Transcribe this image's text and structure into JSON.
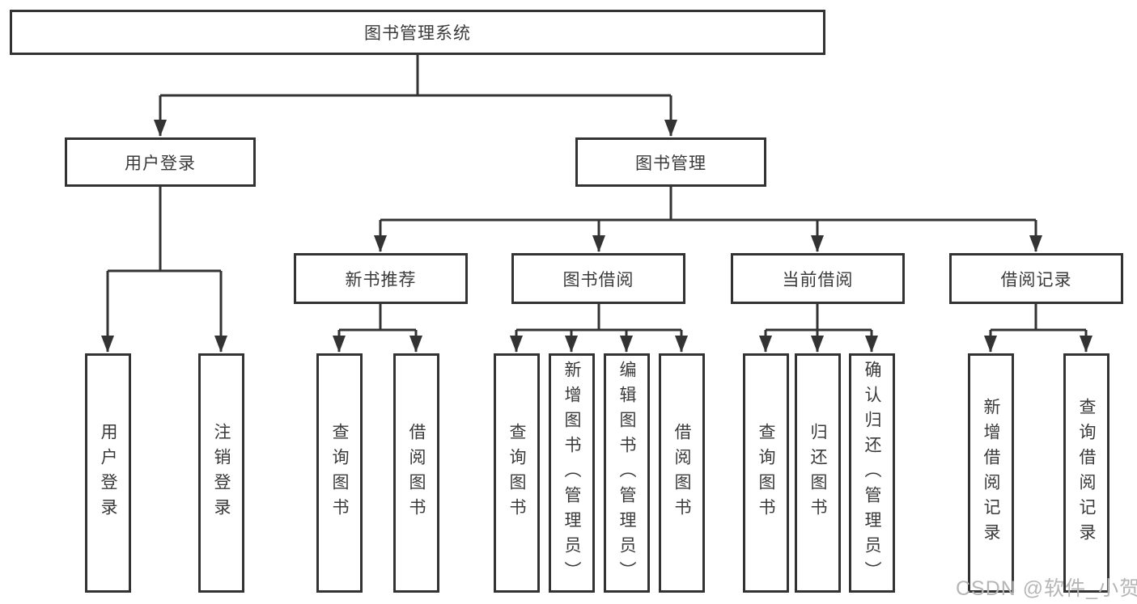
{
  "nodes": {
    "root": "图书管理系统",
    "user_login": "用户登录",
    "book_management": "图书管理",
    "new_book_recommend": "新书推荐",
    "book_borrow": "图书借阅",
    "current_borrow": "当前借阅",
    "borrow_records": "借阅记录"
  },
  "leaves": {
    "login": [
      "用户登录",
      "注销登录"
    ],
    "recommend": [
      "查询图书",
      "借阅图书"
    ],
    "borrow": [
      "查询图书",
      "新增图书（管理员）",
      "编辑图书（管理员）",
      "借阅图书"
    ],
    "current": [
      "查询图书",
      "归还图书",
      "确认归还（管理员）"
    ],
    "records": [
      "新增借阅记录",
      "查询借阅记录"
    ]
  },
  "watermark": "CSDN @软件_小贺同学",
  "colors": {
    "line": "#333333",
    "text": "#3a3a3a",
    "watermark": "#b6b6b6",
    "background": "#ffffff"
  }
}
